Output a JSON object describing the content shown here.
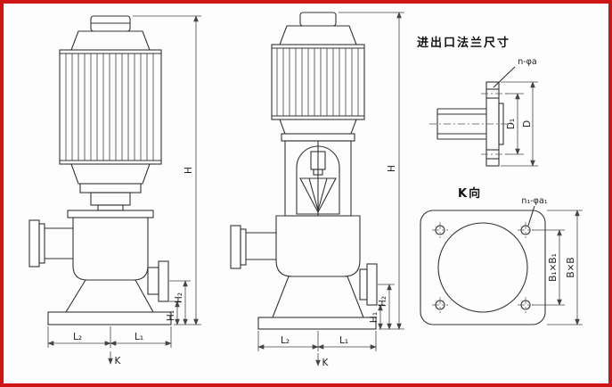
{
  "page": {
    "background": "#fdfdfd",
    "border_color": "#cf1616",
    "line_color": "#333333"
  },
  "left_pump": {
    "dim_h": "H",
    "dim_h2": "H₂",
    "dim_h1": "H₁",
    "dim_l2": "L₂",
    "dim_l1": "L₁",
    "view_arrow": "K"
  },
  "middle_pump": {
    "dim_h": "H",
    "dim_h2": "H₂",
    "dim_h1": "H₁",
    "dim_l2": "L₂",
    "dim_l1": "L₁",
    "view_arrow": "K"
  },
  "flange_detail": {
    "title": "进出口法兰尺寸",
    "holes_label": "n-φa",
    "dim_inner": "D₁",
    "dim_outer": "D"
  },
  "k_view": {
    "title": "K向",
    "holes_label": "n₁-φa₁",
    "dim_bolt_spacing": "B₁×B₁",
    "dim_outer": "B×B"
  }
}
